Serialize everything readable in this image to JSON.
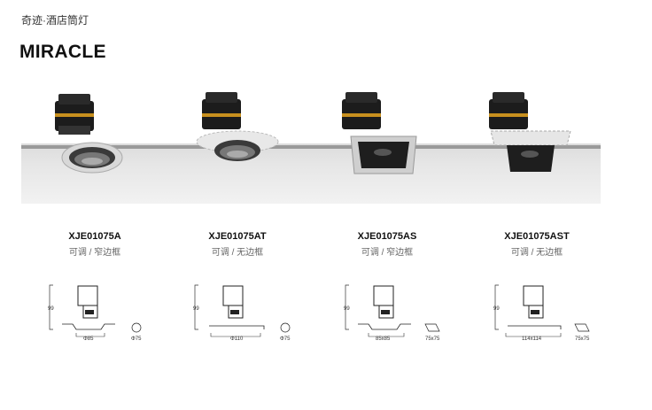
{
  "header": {
    "subtitle": "奇迹·酒店筒灯",
    "title": "MIRACLE"
  },
  "products": [
    {
      "code": "XJE01075A",
      "desc": "可调 / 窄边框",
      "height": "99",
      "width": "Φ85",
      "cutout": "Φ75"
    },
    {
      "code": "XJE01075AT",
      "desc": "可调 / 无边框",
      "height": "99",
      "width": "Φ110",
      "cutout": "Φ75"
    },
    {
      "code": "XJE01075AS",
      "desc": "可调 / 窄边框",
      "height": "99",
      "width": "85x85",
      "cutout": "75x75"
    },
    {
      "code": "XJE01075AST",
      "desc": "可调 / 无边框",
      "height": "99",
      "width": "114x114",
      "cutout": "75x75"
    }
  ]
}
